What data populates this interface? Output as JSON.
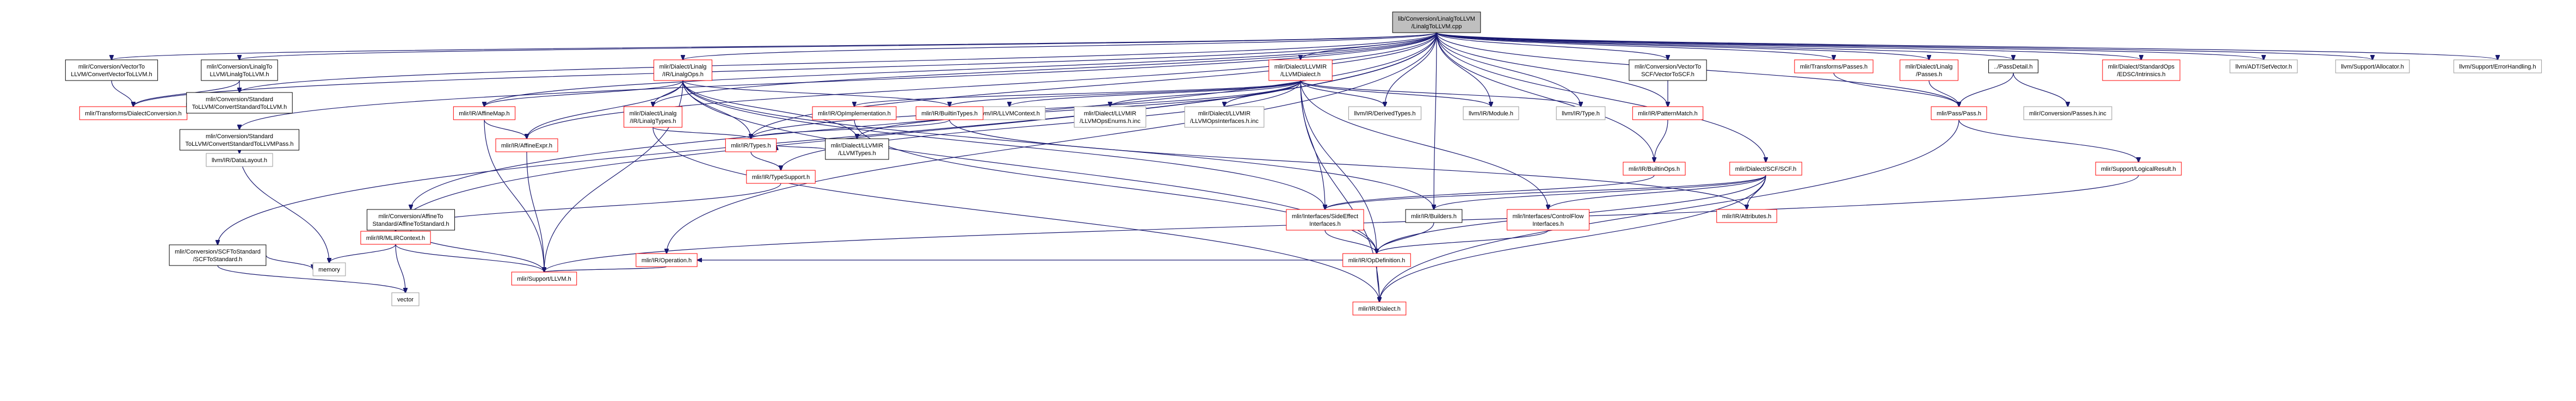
{
  "graph": {
    "nodes": [
      {
        "id": "root",
        "lines": [
          "lib/Conversion/LinalgToLLVM",
          "/LinalgToLLVM.cpp"
        ],
        "kind": "root",
        "link": false
      },
      {
        "id": "vec2llvm",
        "lines": [
          "mlir/Conversion/VectorTo",
          "LLVM/ConvertVectorToLLVM.h"
        ],
        "kind": "black",
        "link": true
      },
      {
        "id": "linalg2llvm",
        "lines": [
          "mlir/Conversion/LinalgTo",
          "LLVM/LinalgToLLVM.h"
        ],
        "kind": "black",
        "link": true
      },
      {
        "id": "dialectconv",
        "lines": [
          "mlir/Transforms/DialectConversion.h"
        ],
        "kind": "red",
        "link": true
      },
      {
        "id": "std2llvm",
        "lines": [
          "mlir/Conversion/Standard",
          "ToLLVM/ConvertStandardToLLVM.h"
        ],
        "kind": "black",
        "link": true
      },
      {
        "id": "std2llvmpass",
        "lines": [
          "mlir/Conversion/Standard",
          "ToLLVM/ConvertStandardToLLVMPass.h"
        ],
        "kind": "black",
        "link": true
      },
      {
        "id": "datalayout",
        "lines": [
          "llvm/IR/DataLayout.h"
        ],
        "kind": "gray",
        "link": false
      },
      {
        "id": "affine2std",
        "lines": [
          "mlir/Conversion/AffineTo",
          "Standard/AffineToStandard.h"
        ],
        "kind": "black",
        "link": true
      },
      {
        "id": "scf2std",
        "lines": [
          "mlir/Conversion/SCFToStandard",
          "/SCFToStandard.h"
        ],
        "kind": "black",
        "link": true
      },
      {
        "id": "affinemap",
        "lines": [
          "mlir/IR/AffineMap.h"
        ],
        "kind": "red",
        "link": true
      },
      {
        "id": "affineexpr",
        "lines": [
          "mlir/IR/AffineExpr.h"
        ],
        "kind": "red",
        "link": true
      },
      {
        "id": "mlircontext",
        "lines": [
          "mlir/IR/MLIRContext.h"
        ],
        "kind": "red",
        "link": true
      },
      {
        "id": "memory",
        "lines": [
          "memory"
        ],
        "kind": "gray",
        "link": false
      },
      {
        "id": "vector",
        "lines": [
          "vector"
        ],
        "kind": "gray",
        "link": false
      },
      {
        "id": "supportllvm",
        "lines": [
          "mlir/Support/LLVM.h"
        ],
        "kind": "red",
        "link": true
      },
      {
        "id": "linalgops",
        "lines": [
          "mlir/Dialect/Linalg",
          "/IR/LinalgOps.h"
        ],
        "kind": "red",
        "link": true
      },
      {
        "id": "linalgtypes",
        "lines": [
          "mlir/Dialect/Linalg",
          "/IR/LinalgTypes.h"
        ],
        "kind": "red",
        "link": true
      },
      {
        "id": "types",
        "lines": [
          "mlir/IR/Types.h"
        ],
        "kind": "red",
        "link": true
      },
      {
        "id": "typesupport",
        "lines": [
          "mlir/IR/TypeSupport.h"
        ],
        "kind": "red",
        "link": true
      },
      {
        "id": "operation",
        "lines": [
          "mlir/IR/Operation.h"
        ],
        "kind": "red",
        "link": true
      },
      {
        "id": "llvmdialect",
        "lines": [
          "mlir/Dialect/LLVMIR",
          "/LLVMDialect.h"
        ],
        "kind": "red",
        "link": true
      },
      {
        "id": "opimpl",
        "lines": [
          "mlir/IR/OpImplementation.h"
        ],
        "kind": "red",
        "link": true
      },
      {
        "id": "llvmcontext",
        "lines": [
          "llvm/IR/LLVMContext.h"
        ],
        "kind": "gray",
        "link": false
      },
      {
        "id": "llvmopsenums",
        "lines": [
          "mlir/Dialect/LLVMIR",
          "/LLVMOpsEnums.h.inc"
        ],
        "kind": "gray",
        "link": false
      },
      {
        "id": "llvmopsifaces",
        "lines": [
          "mlir/Dialect/LLVMIR",
          "/LLVMOpsInterfaces.h.inc"
        ],
        "kind": "gray",
        "link": false
      },
      {
        "id": "llvmtypes",
        "lines": [
          "mlir/Dialect/LLVMIR",
          "/LLVMTypes.h"
        ],
        "kind": "black",
        "link": true
      },
      {
        "id": "builtintypes",
        "lines": [
          "mlir/IR/BuiltinTypes.h"
        ],
        "kind": "red",
        "link": true
      },
      {
        "id": "derivedtypes",
        "lines": [
          "llvm/IR/DerivedTypes.h"
        ],
        "kind": "gray",
        "link": false
      },
      {
        "id": "llvmmodule",
        "lines": [
          "llvm/IR/Module.h"
        ],
        "kind": "gray",
        "link": false
      },
      {
        "id": "llvmtype",
        "lines": [
          "llvm/IR/Type.h"
        ],
        "kind": "gray",
        "link": false
      },
      {
        "id": "sideeffect",
        "lines": [
          "mlir/Interfaces/SideEffect",
          "Interfaces.h"
        ],
        "kind": "red",
        "link": true
      },
      {
        "id": "builders",
        "lines": [
          "mlir/IR/Builders.h"
        ],
        "kind": "black",
        "link": true
      },
      {
        "id": "controlflow",
        "lines": [
          "mlir/Interfaces/ControlFlow",
          "Interfaces.h"
        ],
        "kind": "red",
        "link": true
      },
      {
        "id": "opdefinition",
        "lines": [
          "mlir/IR/OpDefinition.h"
        ],
        "kind": "red",
        "link": true
      },
      {
        "id": "dialect",
        "lines": [
          "mlir/IR/Dialect.h"
        ],
        "kind": "red",
        "link": true
      },
      {
        "id": "attributes",
        "lines": [
          "mlir/IR/Attributes.h"
        ],
        "kind": "red",
        "link": true
      },
      {
        "id": "vec2scf",
        "lines": [
          "mlir/Conversion/VectorTo",
          "SCF/VectorToSCF.h"
        ],
        "kind": "black",
        "link": true
      },
      {
        "id": "patternmatch",
        "lines": [
          "mlir/IR/PatternMatch.h"
        ],
        "kind": "red",
        "link": true
      },
      {
        "id": "builtinops",
        "lines": [
          "mlir/IR/BuiltinOps.h"
        ],
        "kind": "red",
        "link": true
      },
      {
        "id": "scfdialect",
        "lines": [
          "mlir/Dialect/SCF/SCF.h"
        ],
        "kind": "red",
        "link": true
      },
      {
        "id": "transpasses",
        "lines": [
          "mlir/Transforms/Passes.h"
        ],
        "kind": "red",
        "link": true
      },
      {
        "id": "linalgpasses",
        "lines": [
          "mlir/Dialect/Linalg",
          "/Passes.h"
        ],
        "kind": "red",
        "link": true
      },
      {
        "id": "passdetail",
        "lines": [
          "../PassDetail.h"
        ],
        "kind": "black",
        "link": true
      },
      {
        "id": "pass",
        "lines": [
          "mlir/Pass/Pass.h"
        ],
        "kind": "red",
        "link": true
      },
      {
        "id": "convpasses",
        "lines": [
          "mlir/Conversion/Passes.h.inc"
        ],
        "kind": "gray",
        "link": false
      },
      {
        "id": "logicalresult",
        "lines": [
          "mlir/Support/LogicalResult.h"
        ],
        "kind": "red",
        "link": true
      },
      {
        "id": "edsc",
        "lines": [
          "mlir/Dialect/StandardOps",
          "/EDSC/Intrinsics.h"
        ],
        "kind": "red",
        "link": true
      },
      {
        "id": "setvector",
        "lines": [
          "llvm/ADT/SetVector.h"
        ],
        "kind": "gray",
        "link": false
      },
      {
        "id": "allocator",
        "lines": [
          "llvm/Support/Allocator.h"
        ],
        "kind": "gray",
        "link": false
      },
      {
        "id": "errorhandling",
        "lines": [
          "llvm/Support/ErrorHandling.h"
        ],
        "kind": "gray",
        "link": false
      }
    ],
    "edges": [
      [
        "root",
        "vec2llvm"
      ],
      [
        "root",
        "linalg2llvm"
      ],
      [
        "root",
        "dialectconv"
      ],
      [
        "root",
        "std2llvm"
      ],
      [
        "root",
        "std2llvmpass"
      ],
      [
        "root",
        "affine2std"
      ],
      [
        "root",
        "scf2std"
      ],
      [
        "root",
        "affinemap"
      ],
      [
        "root",
        "affineexpr"
      ],
      [
        "root",
        "mlircontext"
      ],
      [
        "root",
        "linalgops"
      ],
      [
        "root",
        "linalgtypes"
      ],
      [
        "root",
        "types"
      ],
      [
        "root",
        "operation"
      ],
      [
        "root",
        "llvmdialect"
      ],
      [
        "root",
        "derivedtypes"
      ],
      [
        "root",
        "llvmmodule"
      ],
      [
        "root",
        "llvmtype"
      ],
      [
        "root",
        "builders"
      ],
      [
        "root",
        "vec2scf"
      ],
      [
        "root",
        "patternmatch"
      ],
      [
        "root",
        "builtinops"
      ],
      [
        "root",
        "scfdialect"
      ],
      [
        "root",
        "transpasses"
      ],
      [
        "root",
        "linalgpasses"
      ],
      [
        "root",
        "passdetail"
      ],
      [
        "root",
        "pass"
      ],
      [
        "root",
        "edsc"
      ],
      [
        "root",
        "setvector"
      ],
      [
        "root",
        "allocator"
      ],
      [
        "root",
        "errorhandling"
      ],
      [
        "vec2llvm",
        "dialectconv"
      ],
      [
        "linalg2llvm",
        "dialectconv"
      ],
      [
        "linalg2llvm",
        "std2llvm"
      ],
      [
        "std2llvm",
        "dialectconv"
      ],
      [
        "std2llvmpass",
        "memory"
      ],
      [
        "std2llvmpass",
        "datalayout"
      ],
      [
        "affine2std",
        "supportllvm"
      ],
      [
        "scf2std",
        "memory"
      ],
      [
        "scf2std",
        "vector"
      ],
      [
        "affinemap",
        "affineexpr"
      ],
      [
        "affinemap",
        "supportllvm"
      ],
      [
        "affineexpr",
        "supportllvm"
      ],
      [
        "mlircontext",
        "memory"
      ],
      [
        "mlircontext",
        "vector"
      ],
      [
        "mlircontext",
        "supportllvm"
      ],
      [
        "linalgops",
        "affinemap"
      ],
      [
        "linalgops",
        "affineexpr"
      ],
      [
        "linalgops",
        "linalgtypes"
      ],
      [
        "linalgops",
        "types"
      ],
      [
        "linalgops",
        "builtintypes"
      ],
      [
        "linalgops",
        "llvmtypes"
      ],
      [
        "linalgops",
        "sideeffect"
      ],
      [
        "linalgops",
        "builders"
      ],
      [
        "linalgops",
        "opdefinition"
      ],
      [
        "linalgops",
        "supportllvm"
      ],
      [
        "linalgtypes",
        "types"
      ],
      [
        "linalgtypes",
        "dialect"
      ],
      [
        "types",
        "typesupport"
      ],
      [
        "typesupport",
        "mlircontext"
      ],
      [
        "operation",
        "supportllvm"
      ],
      [
        "llvmdialect",
        "opimpl"
      ],
      [
        "llvmdialect",
        "llvmcontext"
      ],
      [
        "llvmdialect",
        "llvmopsenums"
      ],
      [
        "llvmdialect",
        "llvmopsifaces"
      ],
      [
        "llvmdialect",
        "llvmtypes"
      ],
      [
        "llvmdialect",
        "builtintypes"
      ],
      [
        "llvmdialect",
        "derivedtypes"
      ],
      [
        "llvmdialect",
        "llvmmodule"
      ],
      [
        "llvmdialect",
        "llvmtype"
      ],
      [
        "llvmdialect",
        "sideeffect"
      ],
      [
        "llvmdialect",
        "controlflow"
      ],
      [
        "llvmdialect",
        "opdefinition"
      ],
      [
        "llvmdialect",
        "dialect"
      ],
      [
        "llvmdialect",
        "types"
      ],
      [
        "llvmdialect",
        "typesupport"
      ],
      [
        "opimpl",
        "opdefinition"
      ],
      [
        "llvmtypes",
        "types"
      ],
      [
        "builtintypes",
        "types"
      ],
      [
        "builtintypes",
        "attributes"
      ],
      [
        "sideeffect",
        "opdefinition"
      ],
      [
        "builders",
        "opdefinition"
      ],
      [
        "controlflow",
        "opdefinition"
      ],
      [
        "opdefinition",
        "operation"
      ],
      [
        "opdefinition",
        "dialect"
      ],
      [
        "vec2scf",
        "patternmatch"
      ],
      [
        "patternmatch",
        "builtinops"
      ],
      [
        "builtinops",
        "sideeffect"
      ],
      [
        "scfdialect",
        "builders"
      ],
      [
        "scfdialect",
        "controlflow"
      ],
      [
        "scfdialect",
        "sideeffect"
      ],
      [
        "scfdialect",
        "attributes"
      ],
      [
        "scfdialect",
        "dialect"
      ],
      [
        "scfdialect",
        "opdefinition"
      ],
      [
        "transpasses",
        "pass"
      ],
      [
        "linalgpasses",
        "pass"
      ],
      [
        "passdetail",
        "pass"
      ],
      [
        "passdetail",
        "convpasses"
      ],
      [
        "pass",
        "logicalresult"
      ],
      [
        "pass",
        "dialect"
      ],
      [
        "logicalresult",
        "supportllvm"
      ]
    ]
  }
}
